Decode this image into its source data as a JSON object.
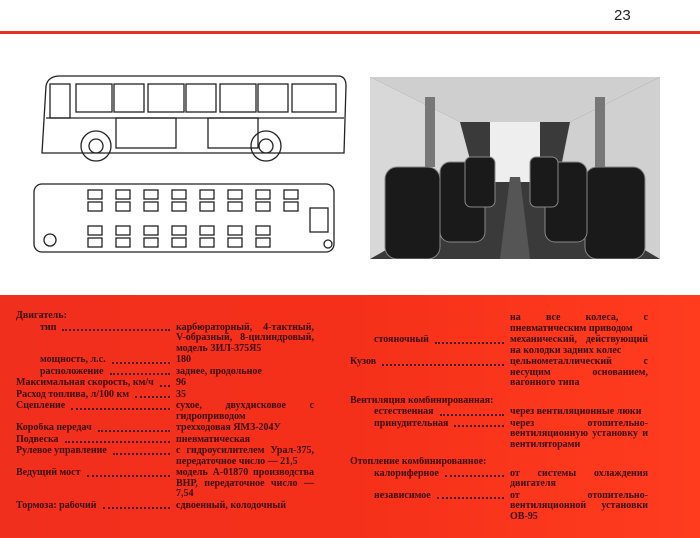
{
  "page_number": "23",
  "left_column": [
    {
      "label": "Двигатель:",
      "indent": false,
      "value": ""
    },
    {
      "label": "тип",
      "indent": true,
      "value": "карбюраторный, 4-тактный, V-образный, 8-цилиндровый, модель ЗИЛ-375Я5"
    },
    {
      "label": "мощность, л.с.",
      "indent": true,
      "value": "180"
    },
    {
      "label": "расположение",
      "indent": true,
      "value": "заднее, продольное"
    },
    {
      "label": "Максимальная скорость, км/ч",
      "indent": false,
      "value": "96"
    },
    {
      "label": "Расход топлива, л/100 км",
      "indent": false,
      "value": "35"
    },
    {
      "label": "Сцепление",
      "indent": false,
      "value": "сухое, двухдисковое с гидроприводом"
    },
    {
      "label": "Коробка передач",
      "indent": false,
      "value": "трехходовая ЯМЗ-204У"
    },
    {
      "label": "Подвеска",
      "indent": false,
      "value": "пневматическая"
    },
    {
      "label": "Рулевое управление",
      "indent": false,
      "value": "с гидроусилителем Урал-375, передаточное число — 21,5"
    },
    {
      "label": "Ведущий мост",
      "indent": false,
      "value": "модель А-01870 производства ВНР, передаточное число — 7,54"
    },
    {
      "label": "Тормоза: рабочий",
      "indent": false,
      "value": "сдвоенный, колодочный"
    }
  ],
  "right_column": [
    {
      "label": "",
      "indent": false,
      "value": "на все колеса, с пневматическим приводом"
    },
    {
      "label": "стояночный",
      "indent": true,
      "value": "механический, действующий на колодки задних колес"
    },
    {
      "label": "Кузов",
      "indent": false,
      "value": "цельнометаллический с несущим основанием, вагонного типа"
    },
    {
      "label": "Вентиляция комбинированная:",
      "indent": false,
      "value": ""
    },
    {
      "label": "естественная",
      "indent": true,
      "value": "через вентиляционные люки"
    },
    {
      "label": "принудительная",
      "indent": true,
      "value": "через отопительно-вентиляционную установку и вентиляторами"
    },
    {
      "label": "Отопление комбинированное:",
      "indent": false,
      "value": ""
    },
    {
      "label": "калориферное",
      "indent": true,
      "value": "от системы охлаждения двигателя"
    },
    {
      "label": "независимое",
      "indent": true,
      "value": "от отопительно-вентиляционной установки ОВ-95"
    }
  ]
}
